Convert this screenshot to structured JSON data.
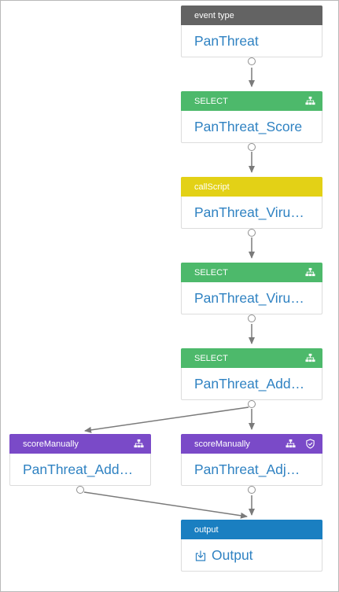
{
  "colors": {
    "event_type": "#636363",
    "select": "#4db96b",
    "call_script": "#e3d116",
    "score_manually": "#7a4ac8",
    "output": "#1a7fc1",
    "label_text": "#2f82c2",
    "edge": "#7a7a7a"
  },
  "nodes": [
    {
      "type": "event type",
      "label": "PanThreat",
      "icons": []
    },
    {
      "type": "SELECT",
      "label": "PanThreat_Score",
      "icons": [
        "hierarchy-icon"
      ]
    },
    {
      "type": "callScript",
      "label": "PanThreat_Viru…",
      "icons": []
    },
    {
      "type": "SELECT",
      "label": "PanThreat_Viru…",
      "icons": [
        "hierarchy-icon"
      ]
    },
    {
      "type": "SELECT",
      "label": "PanThreat_Add…",
      "icons": [
        "hierarchy-icon"
      ]
    },
    {
      "type": "scoreManually",
      "label": "PanThreat_Add…",
      "icons": [
        "hierarchy-icon"
      ]
    },
    {
      "type": "scoreManually",
      "label": "PanThreat_Adj…",
      "icons": [
        "hierarchy-icon",
        "shield-check-icon"
      ]
    },
    {
      "type": "output",
      "label": "Output",
      "icons": [
        "download-icon"
      ]
    }
  ]
}
